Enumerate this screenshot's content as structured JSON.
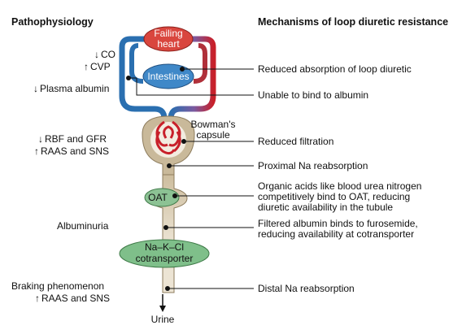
{
  "headers": {
    "left": "Pathophysiology",
    "right": "Mechanisms of loop diuretic resistance"
  },
  "organs": {
    "heart_line1": "Failing",
    "heart_line2": "heart",
    "intestines": "Intestines",
    "bowman_line1": "Bowman's",
    "bowman_line2": "capsule",
    "oat": "OAT",
    "nkcc_line1": "Na–K–Cl",
    "nkcc_line2": "cotransporter",
    "urine": "Urine"
  },
  "pathophysiology": {
    "co": "CO",
    "cvp": "CVP",
    "albumin": "Plasma albumin",
    "rbf": "RBF and GFR",
    "raas1": "RAAS and SNS",
    "albuminuria": "Albuminuria",
    "braking": "Braking phenomenon",
    "raas2": "RAAS and SNS"
  },
  "mechanisms": {
    "m1": "Reduced absorption of loop diuretic",
    "m2": "Unable to bind to albumin",
    "m3": "Reduced filtration",
    "m4": "Proximal Na reabsorption",
    "m5_line1": "Organic acids like blood urea nitrogen",
    "m5_line2": "competitively bind to OAT, reducing",
    "m5_line3": "diuretic availability in the tubule",
    "m6_line1": "Filtered albumin binds to furosemide,",
    "m6_line2": "reducing availability at cotransporter",
    "m7": "Distal Na reabsorption"
  },
  "arrows": {
    "down": "↓",
    "up": "↑"
  },
  "colors": {
    "venous_blue": "#2a6fb0",
    "arterial_red": "#c8202a",
    "heart_red": "#d9463e",
    "intestine_blue": "#3f88c8",
    "tubule_tan": "#c9b99a",
    "oat_green": "#8cc294",
    "nkcc_green": "#7fbf8a"
  }
}
